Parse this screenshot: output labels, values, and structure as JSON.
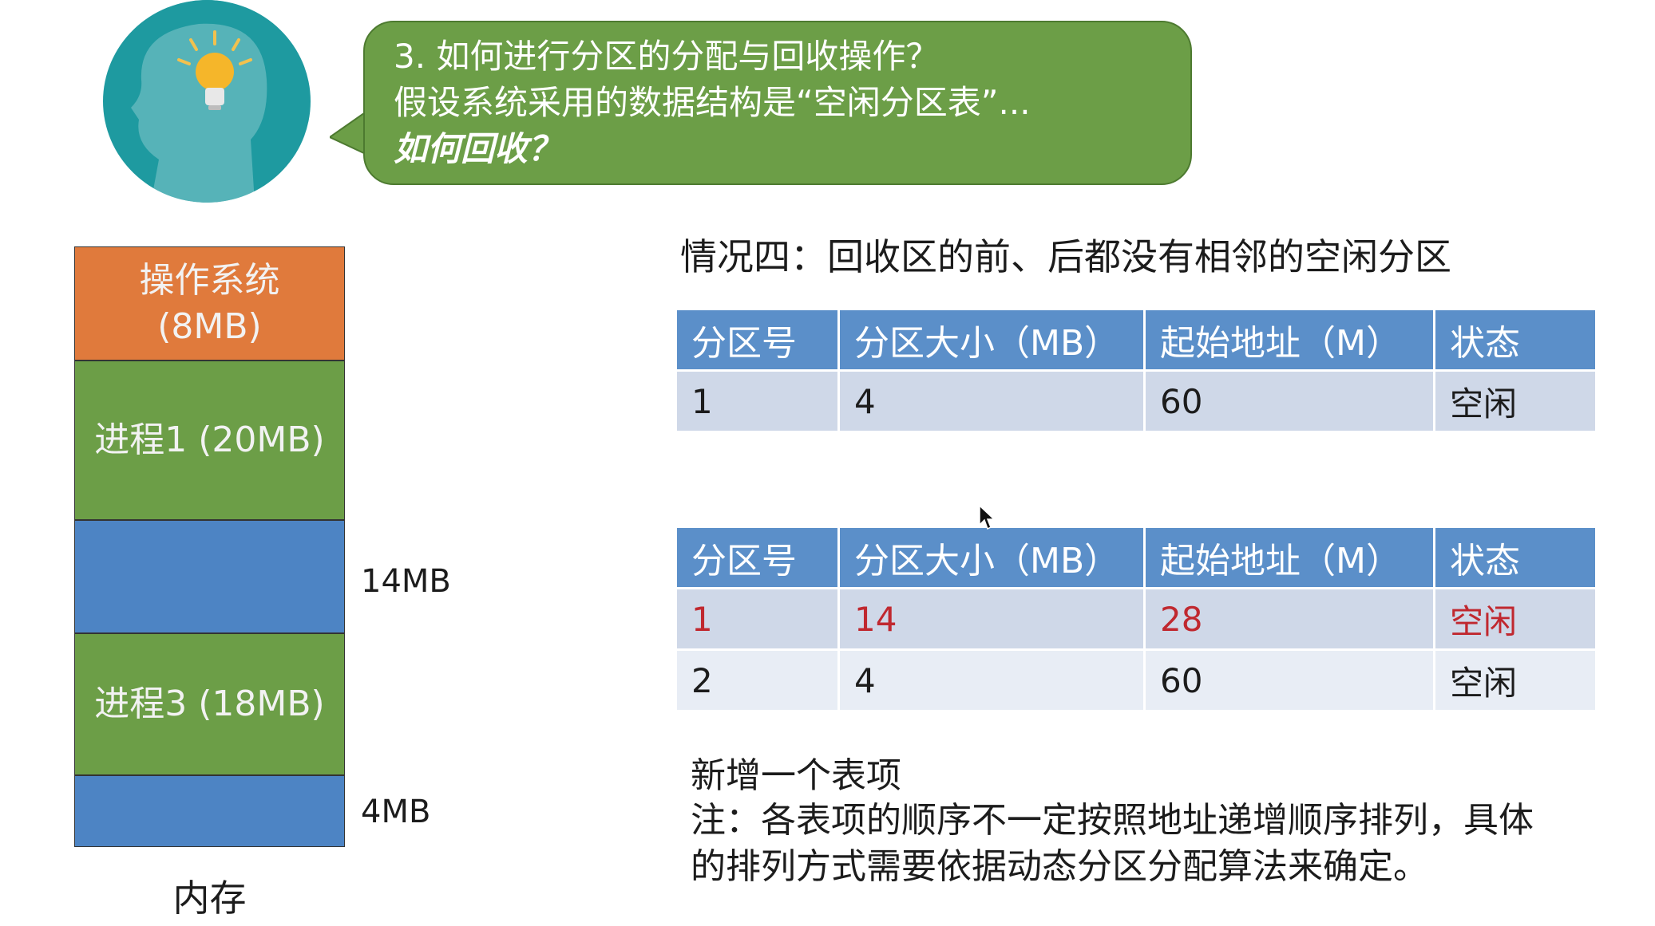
{
  "bubble": {
    "line1": "3. 如何进行分区的分配与回收操作？",
    "line2": "假设系统采用的数据结构是“空闲分区表”...",
    "line3": "如何回收？"
  },
  "memory": {
    "blocks": [
      {
        "label": "操作系统\n(8MB)",
        "color": "#e07a3c"
      },
      {
        "label": "进程1 (20MB)",
        "color": "#6c9e47"
      },
      {
        "label": "",
        "color": "#4d84c4"
      },
      {
        "label": "进程3 (18MB)",
        "color": "#6c9e47"
      },
      {
        "label": "",
        "color": "#4d84c4"
      }
    ],
    "size_labels": [
      "14MB",
      "4MB"
    ],
    "caption": "内存"
  },
  "case_title": "情况四：回收区的前、后都没有相邻的空闲分区",
  "table_headers": [
    "分区号",
    "分区大小（MB）",
    "起始地址（M）",
    "状态"
  ],
  "table_before": [
    [
      "1",
      "4",
      "60",
      "空闲"
    ]
  ],
  "table_after": [
    [
      "1",
      "14",
      "28",
      "空闲"
    ],
    [
      "2",
      "4",
      "60",
      "空闲"
    ]
  ],
  "note": {
    "added": "新增一个表项",
    "line1": "注：各表项的顺序不一定按照地址递增顺序排列，具体",
    "line2": "的排列方式需要依据动态分区分配算法来确定。"
  },
  "colors": {
    "green": "#6c9e47",
    "orange": "#e07a3c",
    "blue": "#4d84c4",
    "header_blue": "#5b8fc9",
    "highlight_red": "#c0282f"
  }
}
